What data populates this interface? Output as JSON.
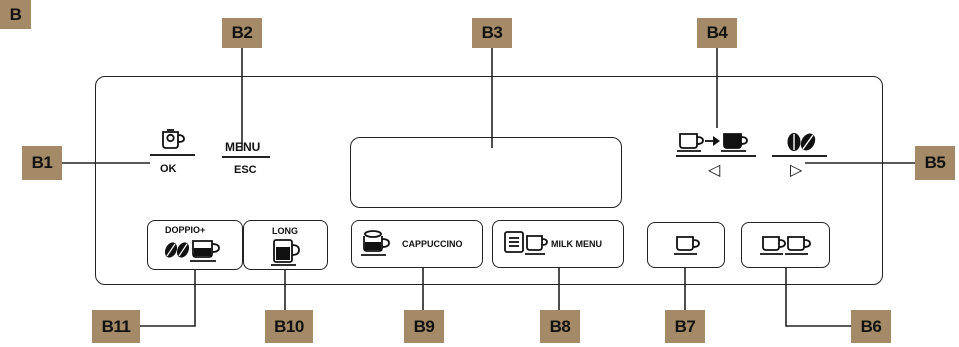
{
  "figure_tag": "B",
  "callouts": {
    "b1": "B1",
    "b2": "B2",
    "b3": "B3",
    "b4": "B4",
    "b5": "B5",
    "b6": "B6",
    "b7": "B7",
    "b8": "B8",
    "b9": "B9",
    "b10": "B10",
    "b11": "B11"
  },
  "panel": {
    "ok_label": "OK",
    "menu_label": "MENU",
    "esc_label": "ESC",
    "left_arrow": "◁",
    "right_arrow": "▷",
    "doppio_label": "DOPPIO+",
    "long_label": "LONG",
    "cappuccino_label": "CAPPUCCINO",
    "milk_menu_label": "MILK MENU"
  },
  "colors": {
    "callout_bg": "#a48a66",
    "line": "#222222"
  }
}
